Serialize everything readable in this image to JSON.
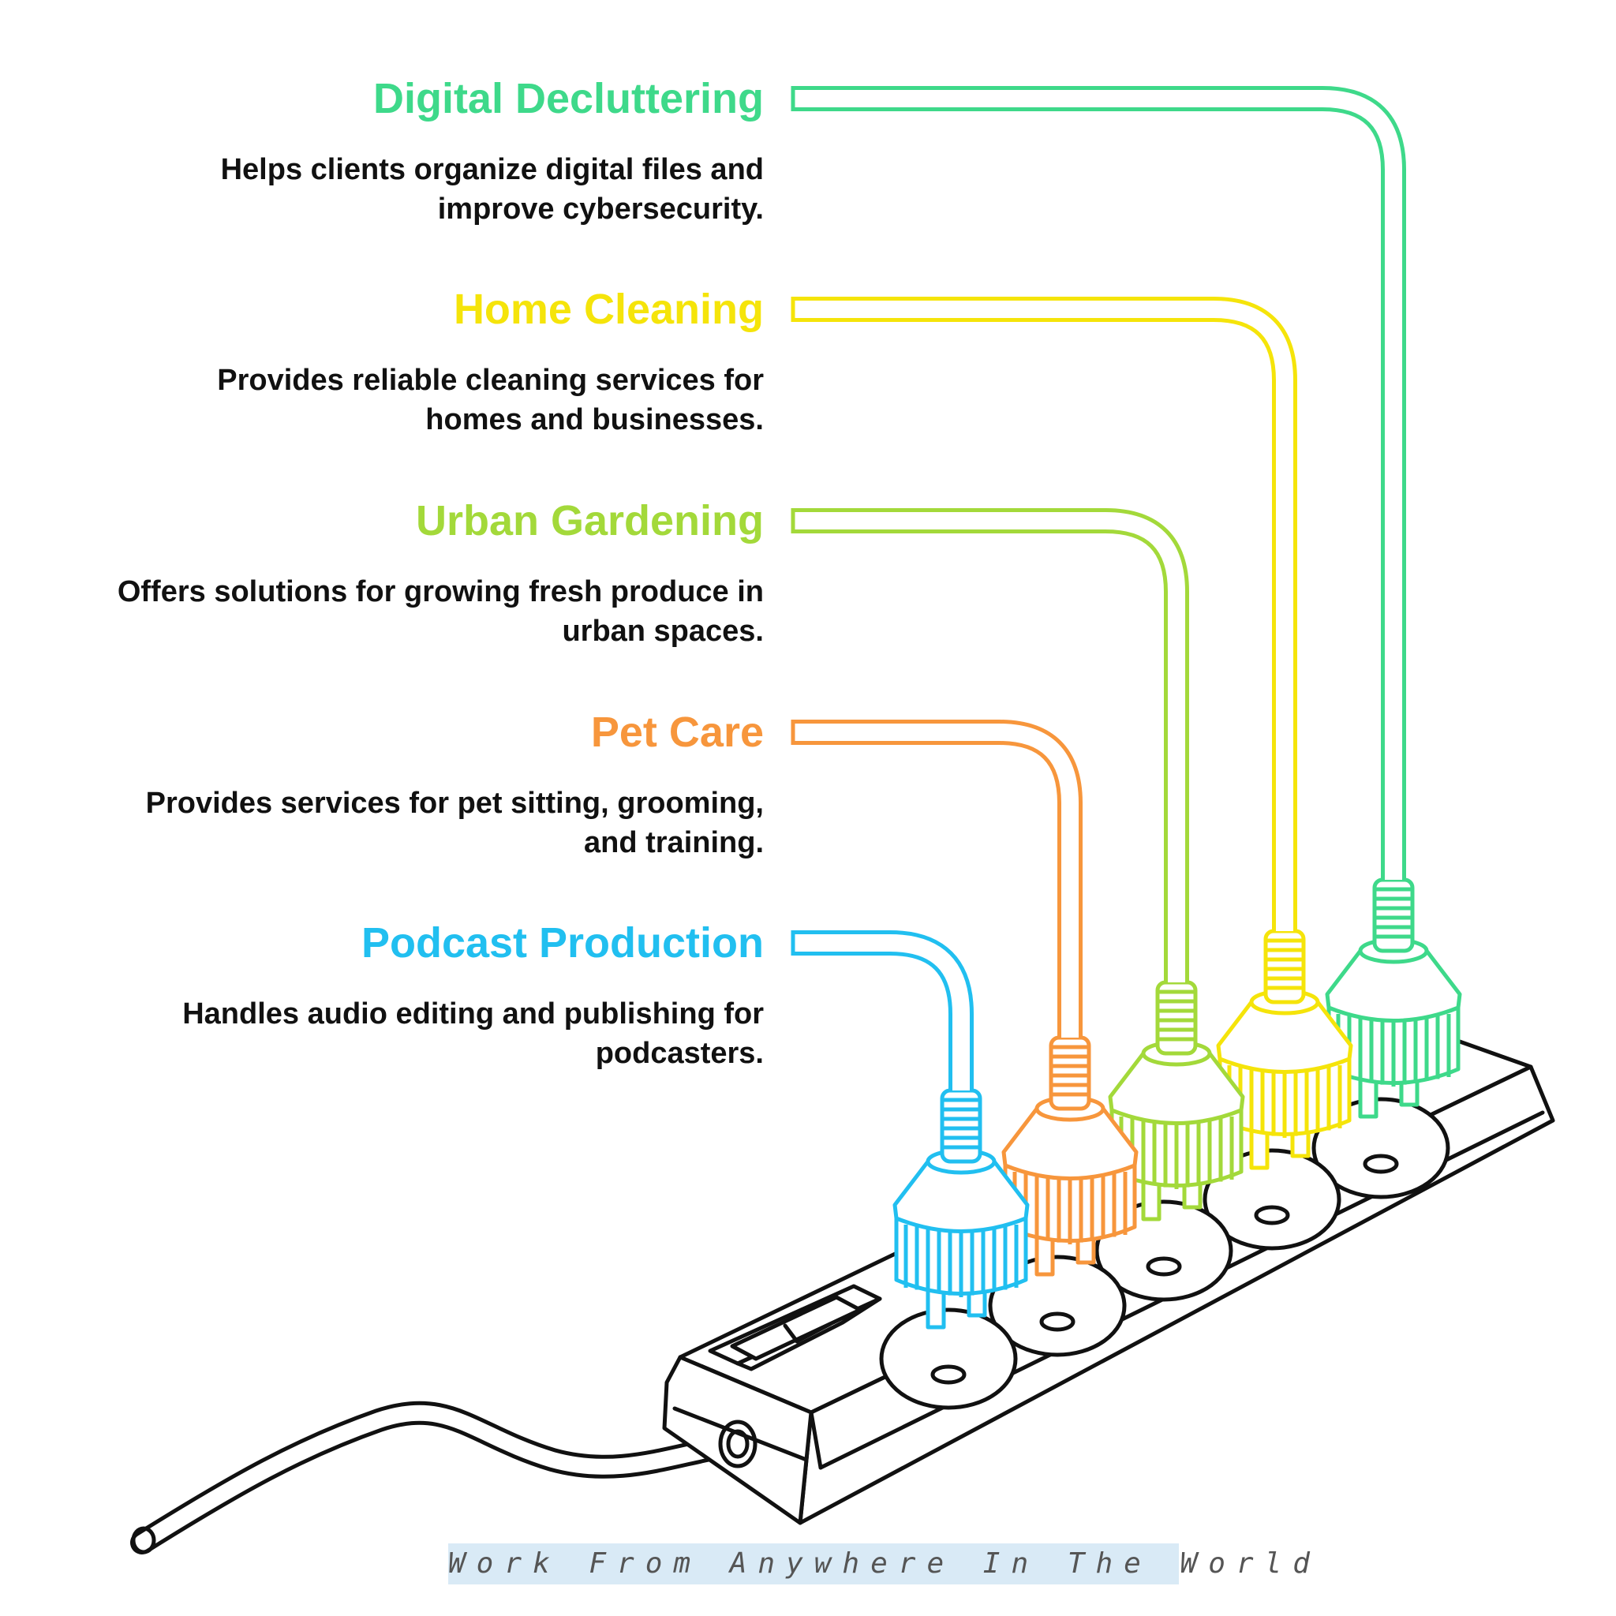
{
  "items": [
    {
      "title": "Digital Decluttering",
      "description": "Helps clients organize digital files and improve cybersecurity.",
      "color": "#3ed98a"
    },
    {
      "title": "Home Cleaning",
      "description": "Provides reliable cleaning services for homes and businesses.",
      "color": "#f5e40a"
    },
    {
      "title": "Urban Gardening",
      "description": "Offers solutions for growing fresh produce in urban spaces.",
      "color": "#a3d93a"
    },
    {
      "title": "Pet Care",
      "description": "Provides services for pet sitting, grooming, and training.",
      "color": "#f7963c"
    },
    {
      "title": "Podcast Production",
      "description": "Handles audio editing and publishing for podcasters.",
      "color": "#21bff0"
    }
  ],
  "footer": {
    "text": "Work From Anywhere In The World"
  }
}
